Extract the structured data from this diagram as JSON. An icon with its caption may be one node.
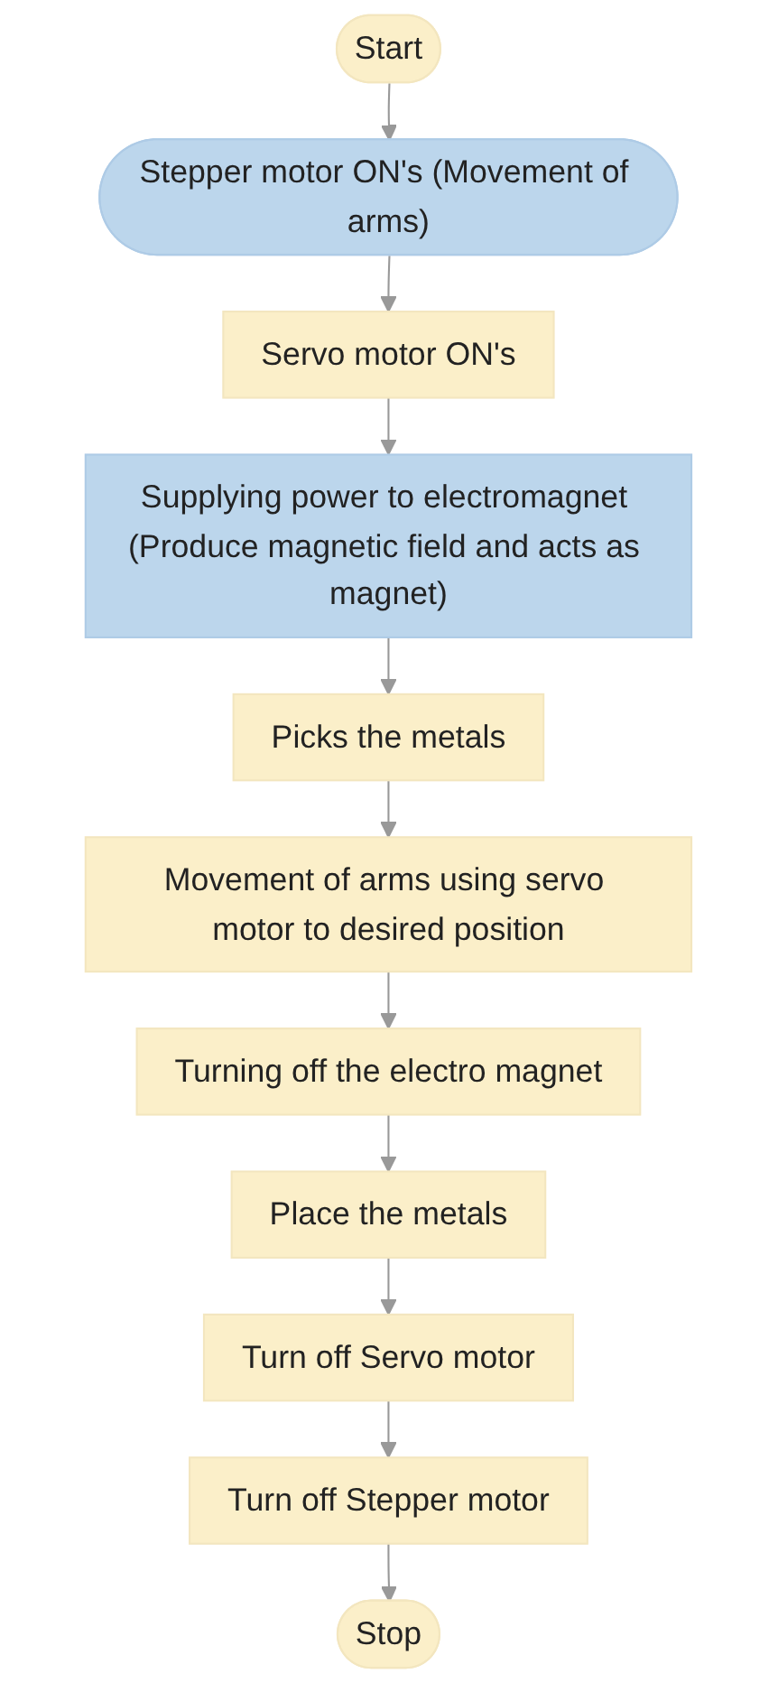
{
  "diagram": {
    "nodes": [
      {
        "text": [
          "Start"
        ]
      },
      {
        "text": [
          "Stepper motor ON's (Movement of arms)"
        ]
      },
      {
        "text": [
          "Servo motor ON's"
        ]
      },
      {
        "text": [
          "Supplying power to electromagnet (Produce magnetic field and acts as magnet)"
        ]
      },
      {
        "text": [
          "Picks the metals"
        ]
      },
      {
        "text": [
          "Movement of arms using servo motor to desired position"
        ]
      },
      {
        "text": [
          "Turning off the electro magnet"
        ]
      },
      {
        "text": [
          "Place the metals"
        ]
      },
      {
        "text": [
          "Turn off Servo motor"
        ]
      },
      {
        "text": [
          "Turn off Stepper motor"
        ]
      },
      {
        "text": [
          "Stop"
        ]
      }
    ],
    "edges": [
      {
        "from": 0,
        "to": 1,
        "arrow": "to"
      },
      {
        "from": 1,
        "to": 2,
        "arrow": "to"
      },
      {
        "from": 2,
        "to": 3,
        "arrow": "to"
      },
      {
        "from": 3,
        "to": 4,
        "arrow": "to"
      },
      {
        "from": 4,
        "to": 5,
        "arrow": "to"
      },
      {
        "from": 5,
        "to": 6,
        "arrow": "to"
      },
      {
        "from": 6,
        "to": 7,
        "arrow": "to"
      },
      {
        "from": 7,
        "to": 8,
        "arrow": "to"
      },
      {
        "from": 8,
        "to": 9,
        "arrow": "to"
      },
      {
        "from": 9,
        "to": 10,
        "arrow": "to"
      }
    ]
  }
}
